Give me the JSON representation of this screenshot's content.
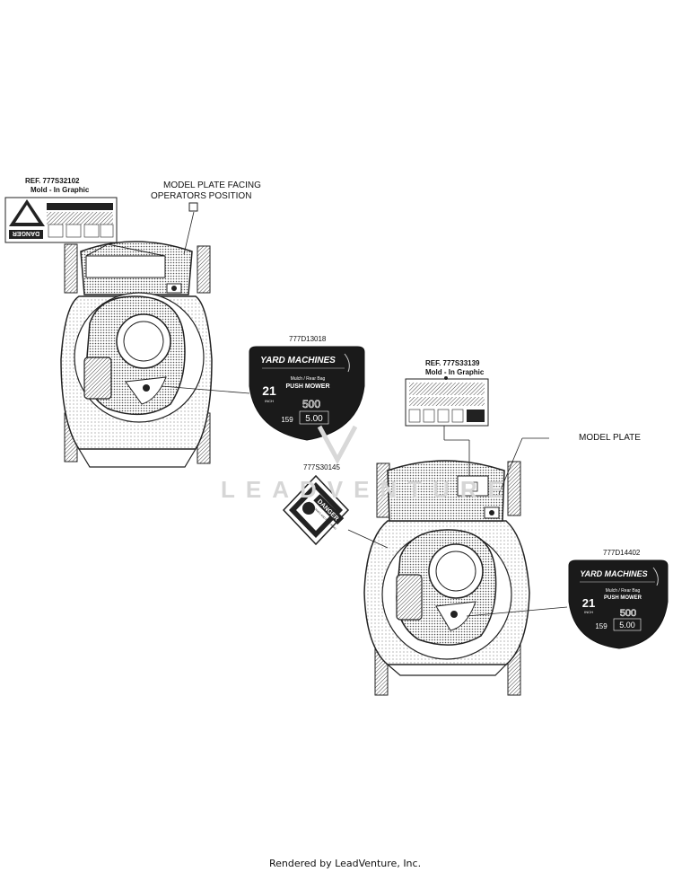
{
  "diagram": {
    "left_assembly": {
      "ref_label_line1": "REF. 777S32102",
      "ref_label_line2": "Mold - In Graphic",
      "model_plate_line1": "MODEL PLATE FACING",
      "model_plate_line2": "OPERATORS POSITION",
      "decal_part_number": "777D13018"
    },
    "right_assembly": {
      "ref_label_line1": "REF. 777S33139",
      "ref_label_line2": "Mold - In Graphic",
      "model_plate_label": "MODEL PLATE",
      "danger_part_number": "777S30145",
      "decal_part_number": "777D14402"
    },
    "decal": {
      "brand": "YARD MACHINES",
      "subtitle": "Mulch / Rear Bag",
      "product": "PUSH MOWER",
      "inch_value": "21",
      "inch_unit": "INCH",
      "series": "500",
      "cc": "159",
      "torque": "5.00"
    },
    "danger_label": {
      "word": "DANGER",
      "line": "KEEP HANDS AND FEET AWAY"
    },
    "warning_label_word": "DANGER"
  },
  "watermark": "LEADVENTURE",
  "footer": "Rendered by LeadVenture, Inc."
}
